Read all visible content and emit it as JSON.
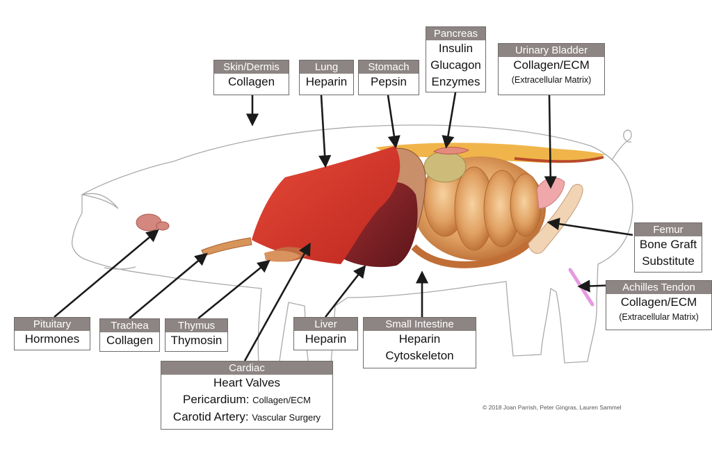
{
  "labels": {
    "skin": {
      "title": "Skin/Dermis",
      "line1": "Collagen"
    },
    "lung": {
      "title": "Lung",
      "line1": "Heparin"
    },
    "stomach": {
      "title": "Stomach",
      "line1": "Pepsin"
    },
    "pancreas": {
      "title": "Pancreas",
      "line1": "Insulin",
      "line2": "Glucagon",
      "line3": "Enzymes"
    },
    "bladder": {
      "title": "Urinary Bladder",
      "line1": "Collagen/ECM",
      "line2": "(Extracellular Matrix)"
    },
    "femur": {
      "title": "Femur",
      "line1": "Bone Graft",
      "line2": "Substitute"
    },
    "achilles": {
      "title": "Achilles Tendon",
      "line1": "Collagen/ECM",
      "line2": "(Extracellular Matrix)"
    },
    "pituitary": {
      "title": "Pituitary",
      "line1": "Hormones"
    },
    "trachea": {
      "title": "Trachea",
      "line1": "Collagen"
    },
    "thymus": {
      "title": "Thymus",
      "line1": "Thymosin"
    },
    "liver": {
      "title": "Liver",
      "line1": "Heparin"
    },
    "small_intestine": {
      "title": "Small Intestine",
      "line1": "Heparin",
      "line2": "Cytoskeleton"
    },
    "cardiac": {
      "title": "Cardiac",
      "line1": "Heart Valves",
      "line2_a": "Pericardium:",
      "line2_b": "Collagen/ECM",
      "line3_a": "Carotid Artery:",
      "line3_b": "Vascular Surgery"
    }
  },
  "copyright": "© 2018 Joan Parrish, Peter Gingras, Lauren Sammel",
  "colors": {
    "outline": "#a9a9a9",
    "header": "#8d8584",
    "lung": "#d9362a",
    "liver": "#7e1f24",
    "intestine": "#d49050",
    "bone": "#f1d4b4",
    "tendon": "#e59ae0",
    "bladder": "#f0a7a9"
  }
}
